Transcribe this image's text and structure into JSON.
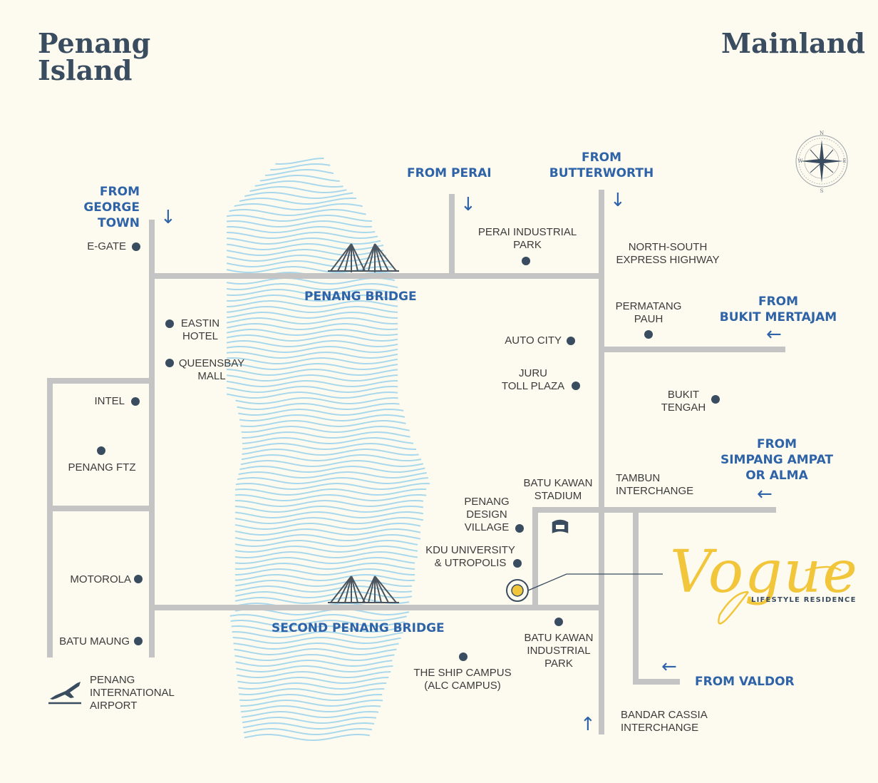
{
  "titles": {
    "island": "Penang\nIsland",
    "mainland": "Mainland"
  },
  "directions": {
    "george_town": "FROM\nGEORGE\nTOWN",
    "perai": "FROM PERAI",
    "butterworth": "FROM\nBUTTERWORTH",
    "bukit_mertajam": "FROM\nBUKIT MERTAJAM",
    "simpang_ampat": "FROM\nSIMPANG AMPAT\nOR ALMA",
    "valdor": "FROM VALDOR"
  },
  "arrows": {
    "down": "↓",
    "left": "←",
    "up": "↑"
  },
  "bridges": {
    "first": "PENANG BRIDGE",
    "second": "SECOND PENANG BRIDGE"
  },
  "places": {
    "egate": "E-GATE",
    "eastin": "EASTIN\nHOTEL",
    "queensbay": "QUEENSBAY\nMALL",
    "intel": "INTEL",
    "penang_ftz": "PENANG FTZ",
    "motorola": "MOTOROLA",
    "batu_maung": "BATU MAUNG",
    "airport": "PENANG\nINTERNATIONAL\nAIRPORT",
    "perai_industrial": "PERAI INDUSTRIAL\nPARK",
    "north_south": "NORTH-SOUTH\nEXPRESS HIGHWAY",
    "permatang_pauh": "PERMATANG\nPAUH",
    "auto_city": "AUTO CITY",
    "juru": "JURU\nTOLL PLAZA",
    "bukit_tengah": "BUKIT\nTENGAH",
    "batu_kawan_stadium": "BATU KAWAN\nSTADIUM",
    "tambun": "TAMBUN\nINTERCHANGE",
    "design_village": "PENANG\nDESIGN\nVILLAGE",
    "kdu": "KDU UNIVERSITY\n& UTROPOLIS",
    "batu_kawan_industrial": "BATU KAWAN\nINDUSTRIAL\nPARK",
    "ship_campus": "THE SHIP CAMPUS\n(ALC CAMPUS)",
    "bandar_cassia": "BANDAR CASSIA\nINTERCHANGE"
  },
  "brand": {
    "name": "Vogue",
    "tagline": "LIFESTYLE RESIDENCE"
  },
  "compass": {
    "n": "N",
    "s": "S",
    "e": "E",
    "w": "W"
  },
  "icons": {
    "airport": "airplane-icon",
    "stadium": "stadium-icon",
    "compass": "compass-rose-icon",
    "bridge": "cable-stayed-bridge-icon",
    "location": "location-marker-icon"
  },
  "colors": {
    "background": "#fdfbef",
    "road": "#c4c4c4",
    "water": "#a9d8ec",
    "heading": "#3a4c5f",
    "direction": "#2e63a8",
    "brand": "#f2c63a"
  }
}
